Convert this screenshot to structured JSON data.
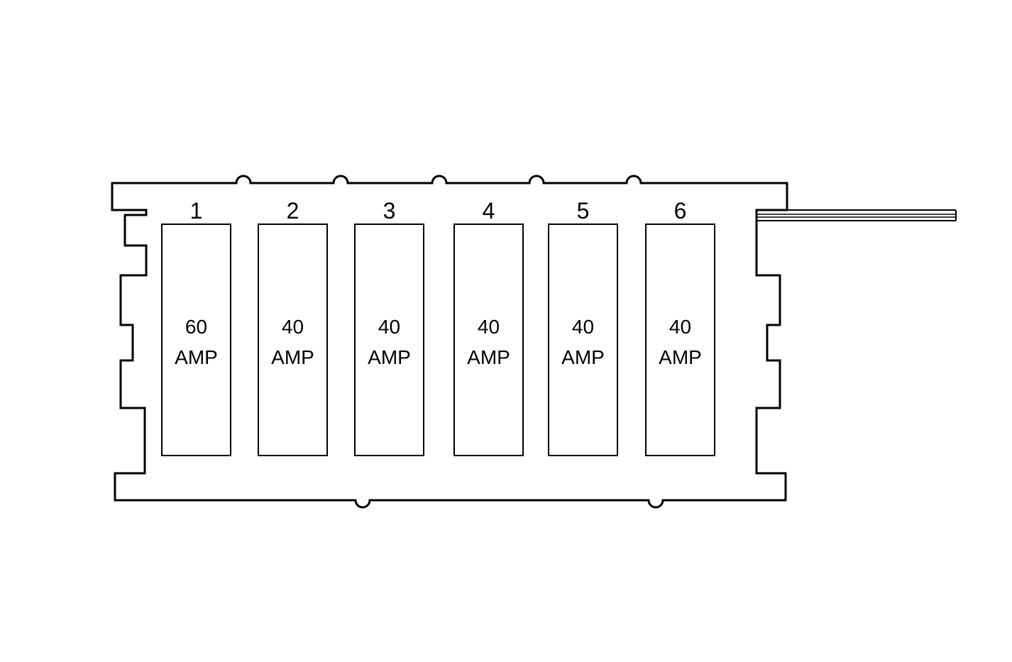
{
  "fuses": [
    {
      "number": "1",
      "value": "60",
      "unit": "AMP"
    },
    {
      "number": "2",
      "value": "40",
      "unit": "AMP"
    },
    {
      "number": "3",
      "value": "40",
      "unit": "AMP"
    },
    {
      "number": "4",
      "value": "40",
      "unit": "AMP"
    },
    {
      "number": "5",
      "value": "40",
      "unit": "AMP"
    },
    {
      "number": "6",
      "value": "40",
      "unit": "AMP"
    }
  ]
}
